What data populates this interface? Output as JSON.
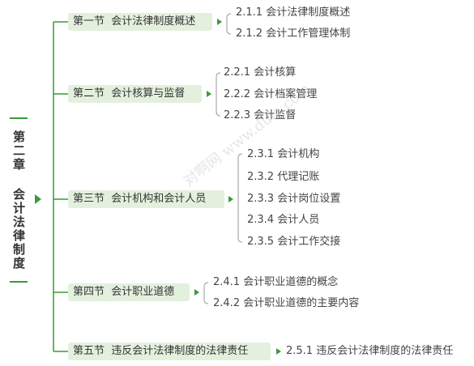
{
  "chapter": {
    "title": "第二章 会计法律制度"
  },
  "watermark": "对啊网 www.duia.com",
  "sections": [
    {
      "label": "第一节  会计法律制度概述",
      "items": [
        "2.1.1 会计法律制度概述",
        "2.1.2 会计工作管理体制"
      ]
    },
    {
      "label": "第二节  会计核算与监督",
      "items": [
        "2.2.1 会计核算",
        "2.2.2 会计档案管理",
        "2.2.3 会计监督"
      ]
    },
    {
      "label": "第三节  会计机构和会计人员",
      "items": [
        "2.3.1 会计机构",
        "2.3.2 代理记账",
        "2.3.3 会计岗位设置",
        "2.3.4 会计人员",
        "2.3.5 会计工作交接"
      ]
    },
    {
      "label": "第四节  会计职业道德",
      "items": [
        "2.4.1 会计职业道德的概念",
        "2.4.2 会计职业道德的主要内容"
      ]
    },
    {
      "label": "第五节  违反会计法律制度的法律责任",
      "items": [
        "2.5.1 违反会计法律制度的法律责任"
      ]
    }
  ],
  "colors": {
    "accent": "#3a9a3a",
    "section_bg": "#e3f0dd",
    "line": "#999999"
  }
}
